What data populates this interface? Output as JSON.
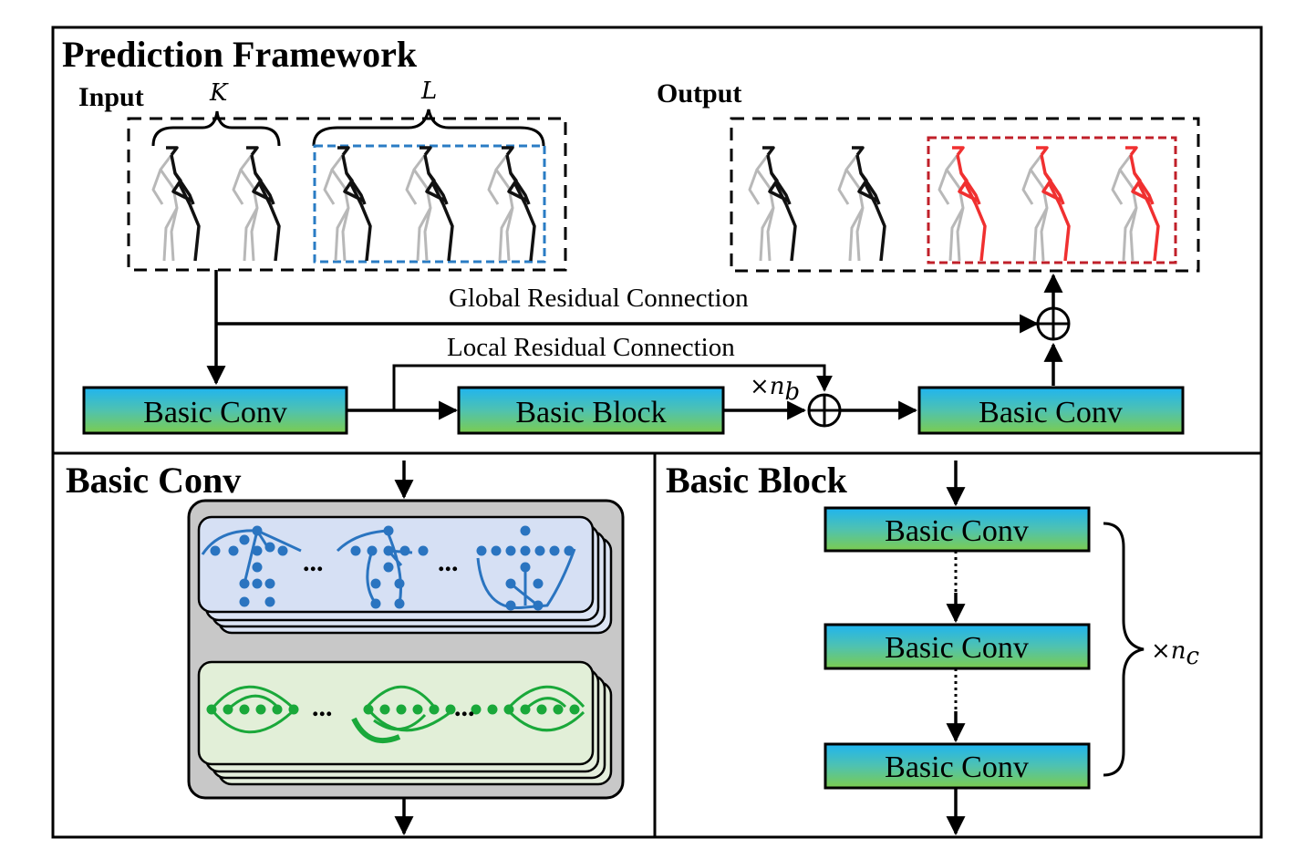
{
  "top": {
    "title": "Prediction Framework",
    "input_label": "Input",
    "output_label": "Output",
    "k_label": "K",
    "l_label": "L",
    "global_residual": "Global Residual Connection",
    "local_residual": "Local Residual Connection",
    "times_symbol": "×",
    "nb_var": "n",
    "nb_sub": "b",
    "conv1_label": "Basic Conv",
    "block_label": "Basic Block",
    "conv2_label": "Basic Conv"
  },
  "basic_conv_panel": {
    "title": "Basic Conv",
    "ellipsis": "..."
  },
  "basic_block_panel": {
    "title": "Basic Block",
    "conv_labels": [
      "Basic Conv",
      "Basic Conv",
      "Basic Conv"
    ],
    "times_symbol": "×",
    "nc_var": "n",
    "nc_sub": "c"
  },
  "colors": {
    "box_top": "#20b8f0",
    "box_bottom": "#7ccc4e",
    "input_highlight": "#2a7cc4",
    "output_highlight": "#c0202a",
    "predicted_pose": "#f03030",
    "spatial_graph": "#2a74c0",
    "temporal_graph": "#1aa83a"
  }
}
